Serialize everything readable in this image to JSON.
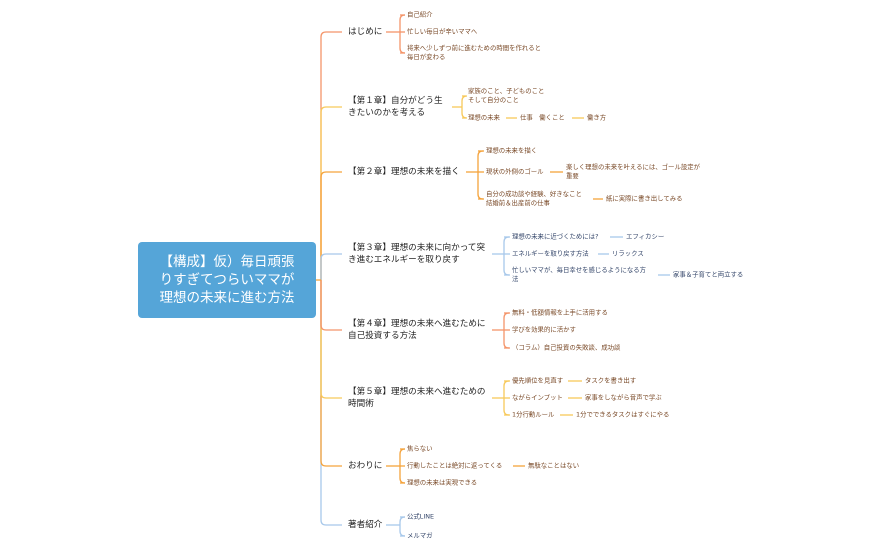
{
  "colors": {
    "root": "#55a5d8",
    "salmon": "#f4956a",
    "yellow": "#f7c95b",
    "orange": "#f5a33c",
    "blue": "#a8c8ea"
  },
  "root": {
    "title": "【構成】仮）毎日頑張\nりすぎてつらいママが\n理想の未来に進む方法"
  },
  "branches": [
    {
      "label": "はじめに",
      "children": [
        {
          "text": "自己紹介"
        },
        {
          "text": "忙しい毎日が辛いママへ"
        },
        {
          "text": "将来へ少しずつ前に進むための時間を作れると\n毎日が変わる"
        }
      ]
    },
    {
      "label": "【第１章】自分がどう生\nきたいのかを考える",
      "children": [
        {
          "text": "家族のこと、子どものこと\nそして自分のこと"
        },
        {
          "text": "理想の未来",
          "subs": [
            "仕事　働くこと",
            "働き方"
          ]
        }
      ]
    },
    {
      "label": "【第２章】理想の未来を描く",
      "children": [
        {
          "text": "理想の未来を描く"
        },
        {
          "text": "現状の外側のゴール",
          "subs": [
            "楽しく理想の未来を叶えるには、ゴール設定が\n重要"
          ]
        },
        {
          "text": "自分の成功談や経験、好きなこと\n結婚前＆出産前の仕事",
          "subs": [
            "紙に実際に書き出してみる"
          ]
        }
      ]
    },
    {
      "label": "【第３章】理想の未来に向かって突\nき進むエネルギーを取り戻す",
      "children": [
        {
          "text": "理想の未来に近づくためには?",
          "subs": [
            "エフィカシー"
          ]
        },
        {
          "text": "エネルギーを取り戻す方法",
          "subs": [
            "リラックス"
          ]
        },
        {
          "text": "忙しいママが、毎日幸せを感じるようになる方\n法",
          "subs": [
            "家事＆子育てと両立する"
          ]
        }
      ]
    },
    {
      "label": "【第４章】理想の未来へ進むために\n自己投資する方法",
      "children": [
        {
          "text": "無料・低額情報を上手に活用する"
        },
        {
          "text": "学びを効果的に活かす"
        },
        {
          "text": "（コラム）自己投資の失敗談、成功談"
        }
      ]
    },
    {
      "label": "【第５章】理想の未来へ進むための\n時間術",
      "children": [
        {
          "text": "優先順位を見直す",
          "subs": [
            "タスクを書き出す"
          ]
        },
        {
          "text": "ながらインプット",
          "subs": [
            "家事をしながら音声で学ぶ"
          ]
        },
        {
          "text": "1分行動ルール",
          "subs": [
            "1分でできるタスクはすぐにやる"
          ]
        }
      ]
    },
    {
      "label": "おわりに",
      "children": [
        {
          "text": "焦らない"
        },
        {
          "text": "行動したことは絶対に返ってくる",
          "subs": [
            "無駄なことはない"
          ]
        },
        {
          "text": "理想の未来は実現できる"
        }
      ]
    },
    {
      "label": "著者紹介",
      "children": [
        {
          "text": "公式LINE"
        },
        {
          "text": "メルマガ"
        }
      ]
    }
  ]
}
